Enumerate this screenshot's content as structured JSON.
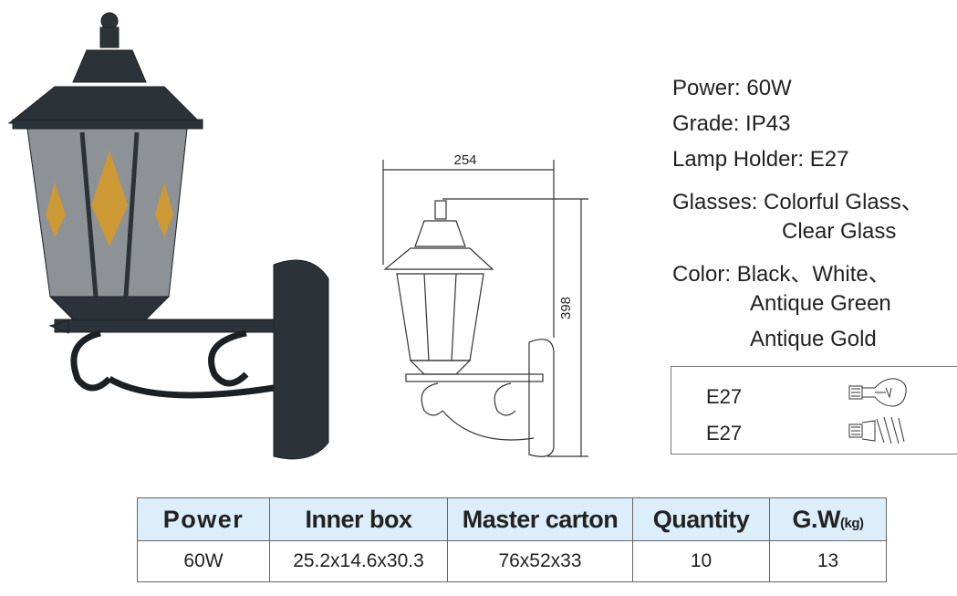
{
  "specs": {
    "power": "Power: 60W",
    "grade": "Grade: IP43",
    "lamp_holder": "Lamp Holder: E27",
    "glasses": "Glasses: Colorful Glass、",
    "glasses_2": "Clear Glass",
    "color": "Color: Black、White、",
    "color_2": "Antique Green",
    "color_3": "Antique Gold"
  },
  "dimensions": {
    "width": "254",
    "height": "398"
  },
  "bulbs": [
    {
      "label": "E27",
      "icon": "incandescent-bulb-icon"
    },
    {
      "label": "E27",
      "icon": "spiral-cfl-bulb-icon"
    }
  ],
  "table": {
    "headers": [
      "Power",
      "Inner box",
      "Master carton",
      "Quantity",
      "G.W"
    ],
    "gw_unit": "(kg)",
    "row": [
      "60W",
      "25.2x14.6x30.3",
      "76x52x33",
      "10",
      "13"
    ]
  },
  "colors": {
    "header_bg": "#dceef9",
    "lamp": "#2c3338"
  }
}
